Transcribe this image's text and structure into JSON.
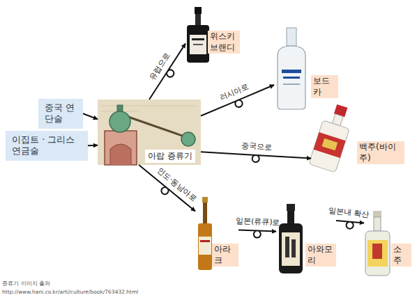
{
  "diagram": {
    "nodes": [
      {
        "text": [
          "중국 연단술"
        ]
      },
      {
        "text": [
          "이집트 · 그리스 연금술"
        ]
      },
      {
        "text": [
          "아랍 증류기"
        ]
      },
      {
        "text": [
          "위스키 브랜디"
        ]
      },
      {
        "text": [
          "보드카"
        ]
      },
      {
        "text": [
          "백주(바이주)"
        ]
      },
      {
        "text": [
          "아라크"
        ]
      },
      {
        "text": [
          "아와모리"
        ]
      },
      {
        "text": [
          "소주"
        ]
      }
    ],
    "edges": [
      {
        "from": 0,
        "to": 2,
        "arrow": "to"
      },
      {
        "from": 1,
        "to": 2,
        "arrow": "to"
      },
      {
        "from": 2,
        "to": 3,
        "label": "유럽으로",
        "arrow": "to"
      },
      {
        "from": 2,
        "to": 4,
        "label": "러시아로",
        "arrow": "to"
      },
      {
        "from": 2,
        "to": 5,
        "label": "중국으로",
        "arrow": "to"
      },
      {
        "from": 2,
        "to": 6,
        "label": "인도·동남아로",
        "arrow": "to"
      },
      {
        "from": 6,
        "to": 7,
        "label": "일본(류큐)로",
        "arrow": "to"
      },
      {
        "from": 7,
        "to": 8,
        "label": "일본내 확산",
        "arrow": "to"
      }
    ],
    "labels": [
      "증류기 이미지 출처",
      "http://www.hani.co.kr/arti/culture/book/763432.html"
    ]
  }
}
